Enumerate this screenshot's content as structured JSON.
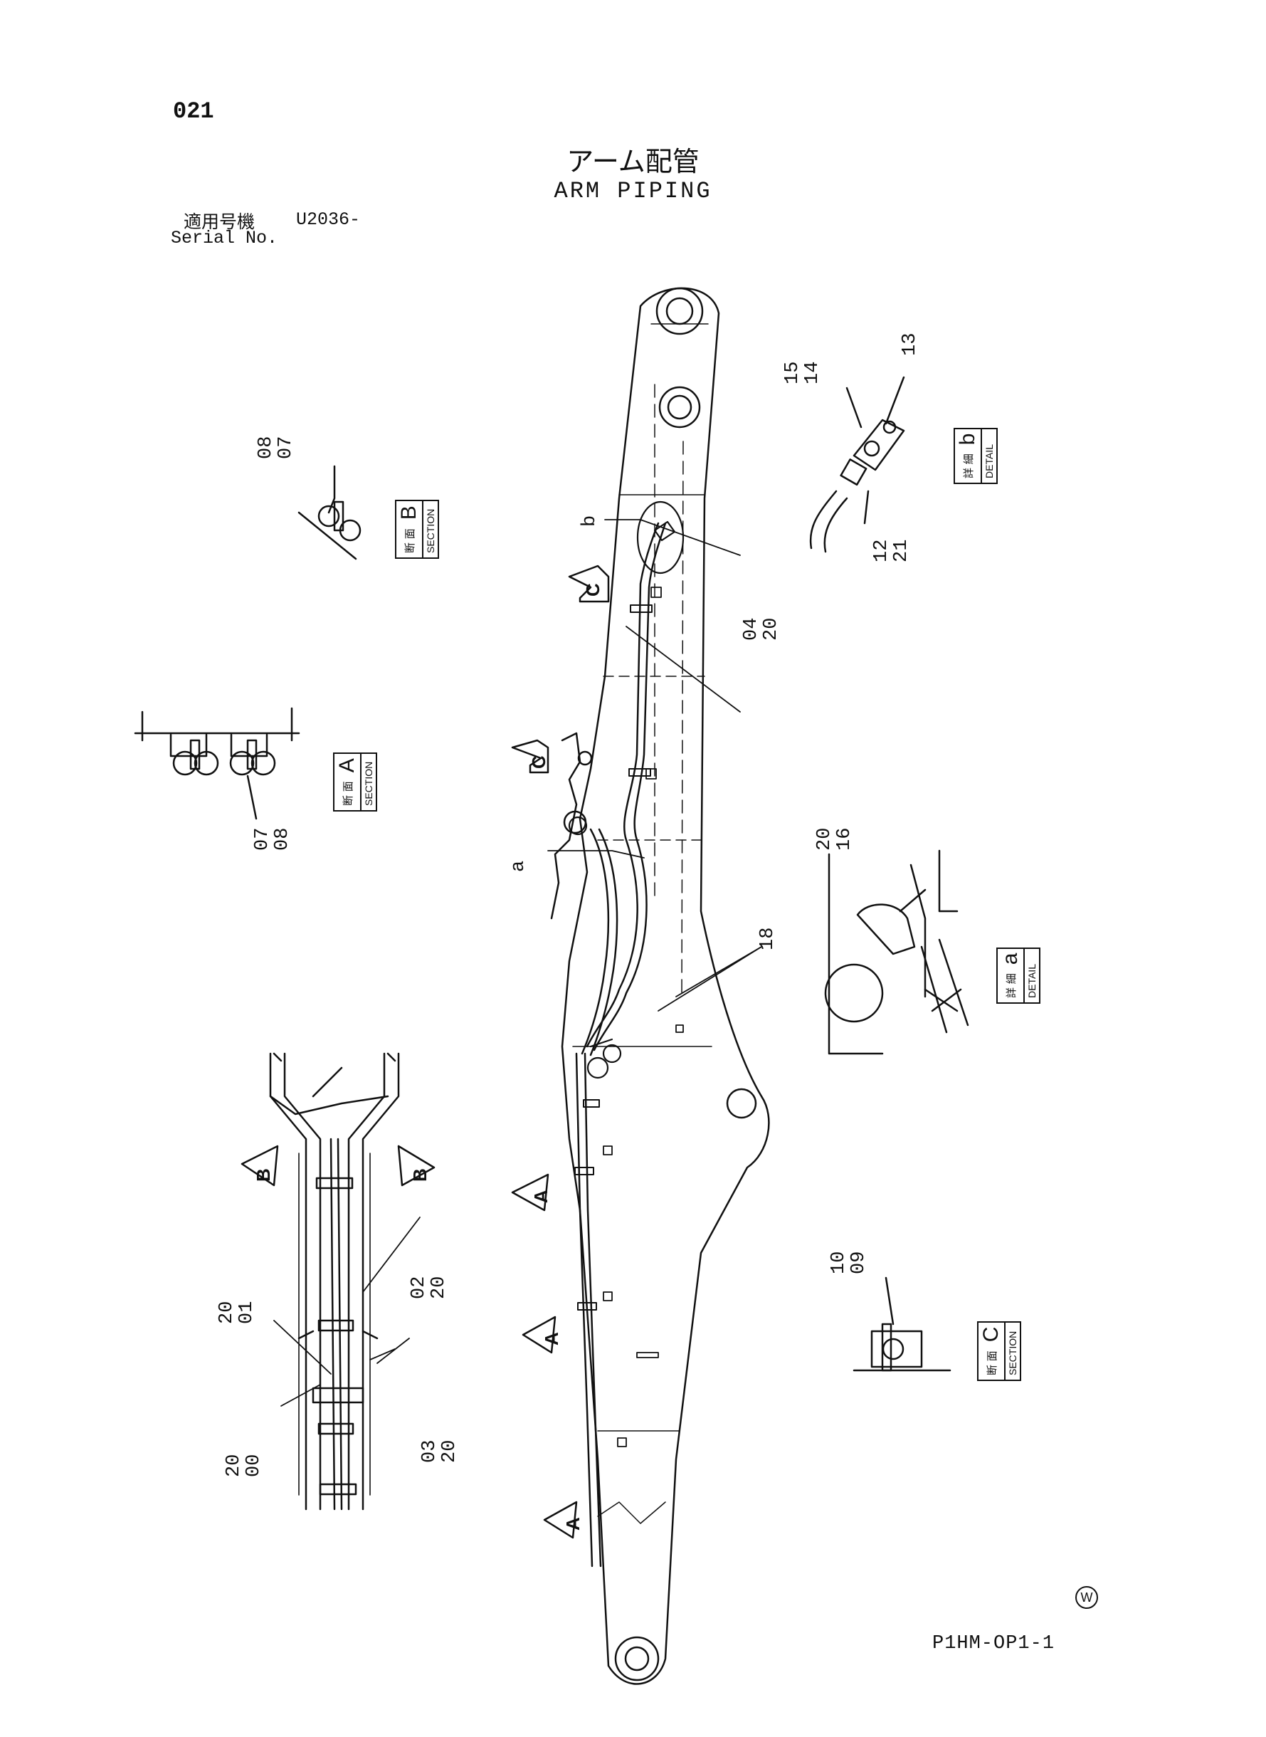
{
  "page_number": "021",
  "title_jp": "アーム配管",
  "title_en": "ARM PIPING",
  "serial": {
    "label_jp": "適用号機",
    "value": "U2036-",
    "label_en": "Serial No."
  },
  "drawing_code": "P1HM-OP1-1",
  "corner_mark": "W",
  "callouts": {
    "c0807": [
      "08",
      "07"
    ],
    "c0708": [
      "07",
      "08"
    ],
    "c1514": [
      "15",
      "14"
    ],
    "c13": [
      "13"
    ],
    "c1221": [
      "12",
      "21"
    ],
    "c0420": [
      "04",
      "20"
    ],
    "c2016": [
      "20",
      "16"
    ],
    "c18": [
      "18"
    ],
    "c0209": [
      "10",
      "09"
    ],
    "c0220": [
      "02",
      "20"
    ],
    "c2001": [
      "20",
      "01"
    ],
    "c0320": [
      "03",
      "20"
    ],
    "c2000": [
      "20",
      "00"
    ],
    "ca": [
      "a"
    ],
    "cb": [
      "b"
    ]
  },
  "sections": {
    "B": {
      "jp": "断 面",
      "letter": "B",
      "en": "SECTION"
    },
    "A": {
      "jp": "断 面",
      "letter": "A",
      "en": "SECTION"
    },
    "C": {
      "jp": "断 面",
      "letter": "C",
      "en": "SECTION"
    }
  },
  "details": {
    "b": {
      "jp": "詳 細",
      "letter": "b",
      "en": "DETAIL"
    },
    "a": {
      "jp": "詳 細",
      "letter": "a",
      "en": "DETAIL"
    }
  },
  "view_arrows": {
    "C1": "C",
    "C2": "C",
    "A1": "A",
    "A2": "A",
    "A3": "A",
    "B1": "B",
    "B2": "B"
  }
}
